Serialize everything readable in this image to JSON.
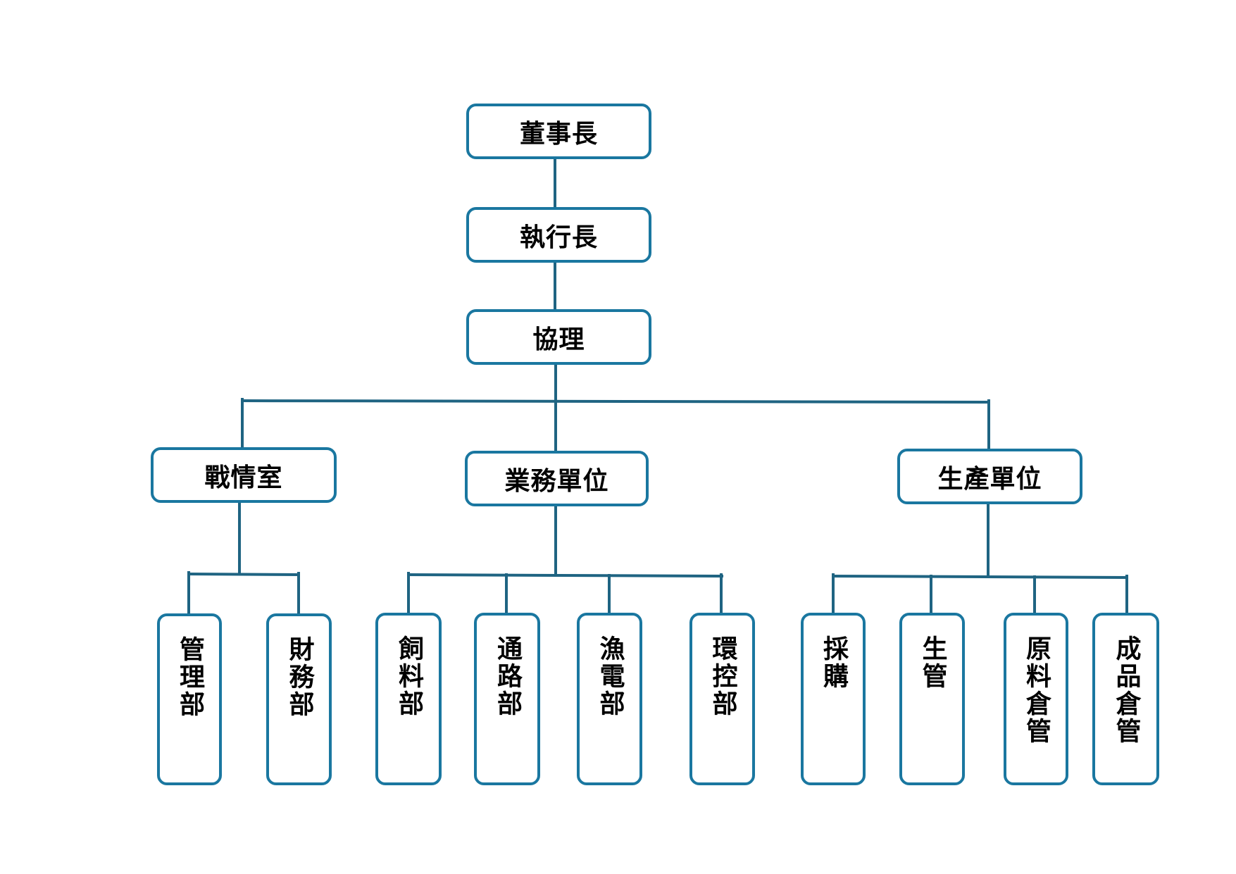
{
  "diagram": {
    "type": "org-chart",
    "colors": {
      "box_border": "#1a77a0",
      "connector": "#1f6482",
      "text": "#000000",
      "background": "#ffffff"
    },
    "nodes": [
      {
        "id": "chairman",
        "label": "董事長",
        "level": 0,
        "parent": null
      },
      {
        "id": "ceo",
        "label": "執行長",
        "level": 1,
        "parent": "chairman"
      },
      {
        "id": "assistant-manager",
        "label": "協理",
        "level": 2,
        "parent": "ceo"
      },
      {
        "id": "war-room",
        "label": "戰情室",
        "level": 3,
        "parent": "assistant-manager"
      },
      {
        "id": "business-unit",
        "label": "業務單位",
        "level": 3,
        "parent": "assistant-manager"
      },
      {
        "id": "production-unit",
        "label": "生產單位",
        "level": 3,
        "parent": "assistant-manager"
      },
      {
        "id": "management-dept",
        "label": "管理部",
        "level": 4,
        "parent": "war-room"
      },
      {
        "id": "finance-dept",
        "label": "財務部",
        "level": 4,
        "parent": "war-room"
      },
      {
        "id": "feed-dept",
        "label": "飼料部",
        "level": 4,
        "parent": "business-unit"
      },
      {
        "id": "channel-dept",
        "label": "通路部",
        "level": 4,
        "parent": "business-unit"
      },
      {
        "id": "fishery-power-dept",
        "label": "漁電部",
        "level": 4,
        "parent": "business-unit"
      },
      {
        "id": "env-control-dept",
        "label": "環控部",
        "level": 4,
        "parent": "business-unit"
      },
      {
        "id": "procurement",
        "label": "採購",
        "level": 4,
        "parent": "production-unit"
      },
      {
        "id": "production-control",
        "label": "生管",
        "level": 4,
        "parent": "production-unit"
      },
      {
        "id": "raw-material-warehouse",
        "label": "原料倉管",
        "level": 4,
        "parent": "production-unit"
      },
      {
        "id": "finished-goods-warehouse",
        "label": "成品倉管",
        "level": 4,
        "parent": "production-unit"
      }
    ]
  }
}
